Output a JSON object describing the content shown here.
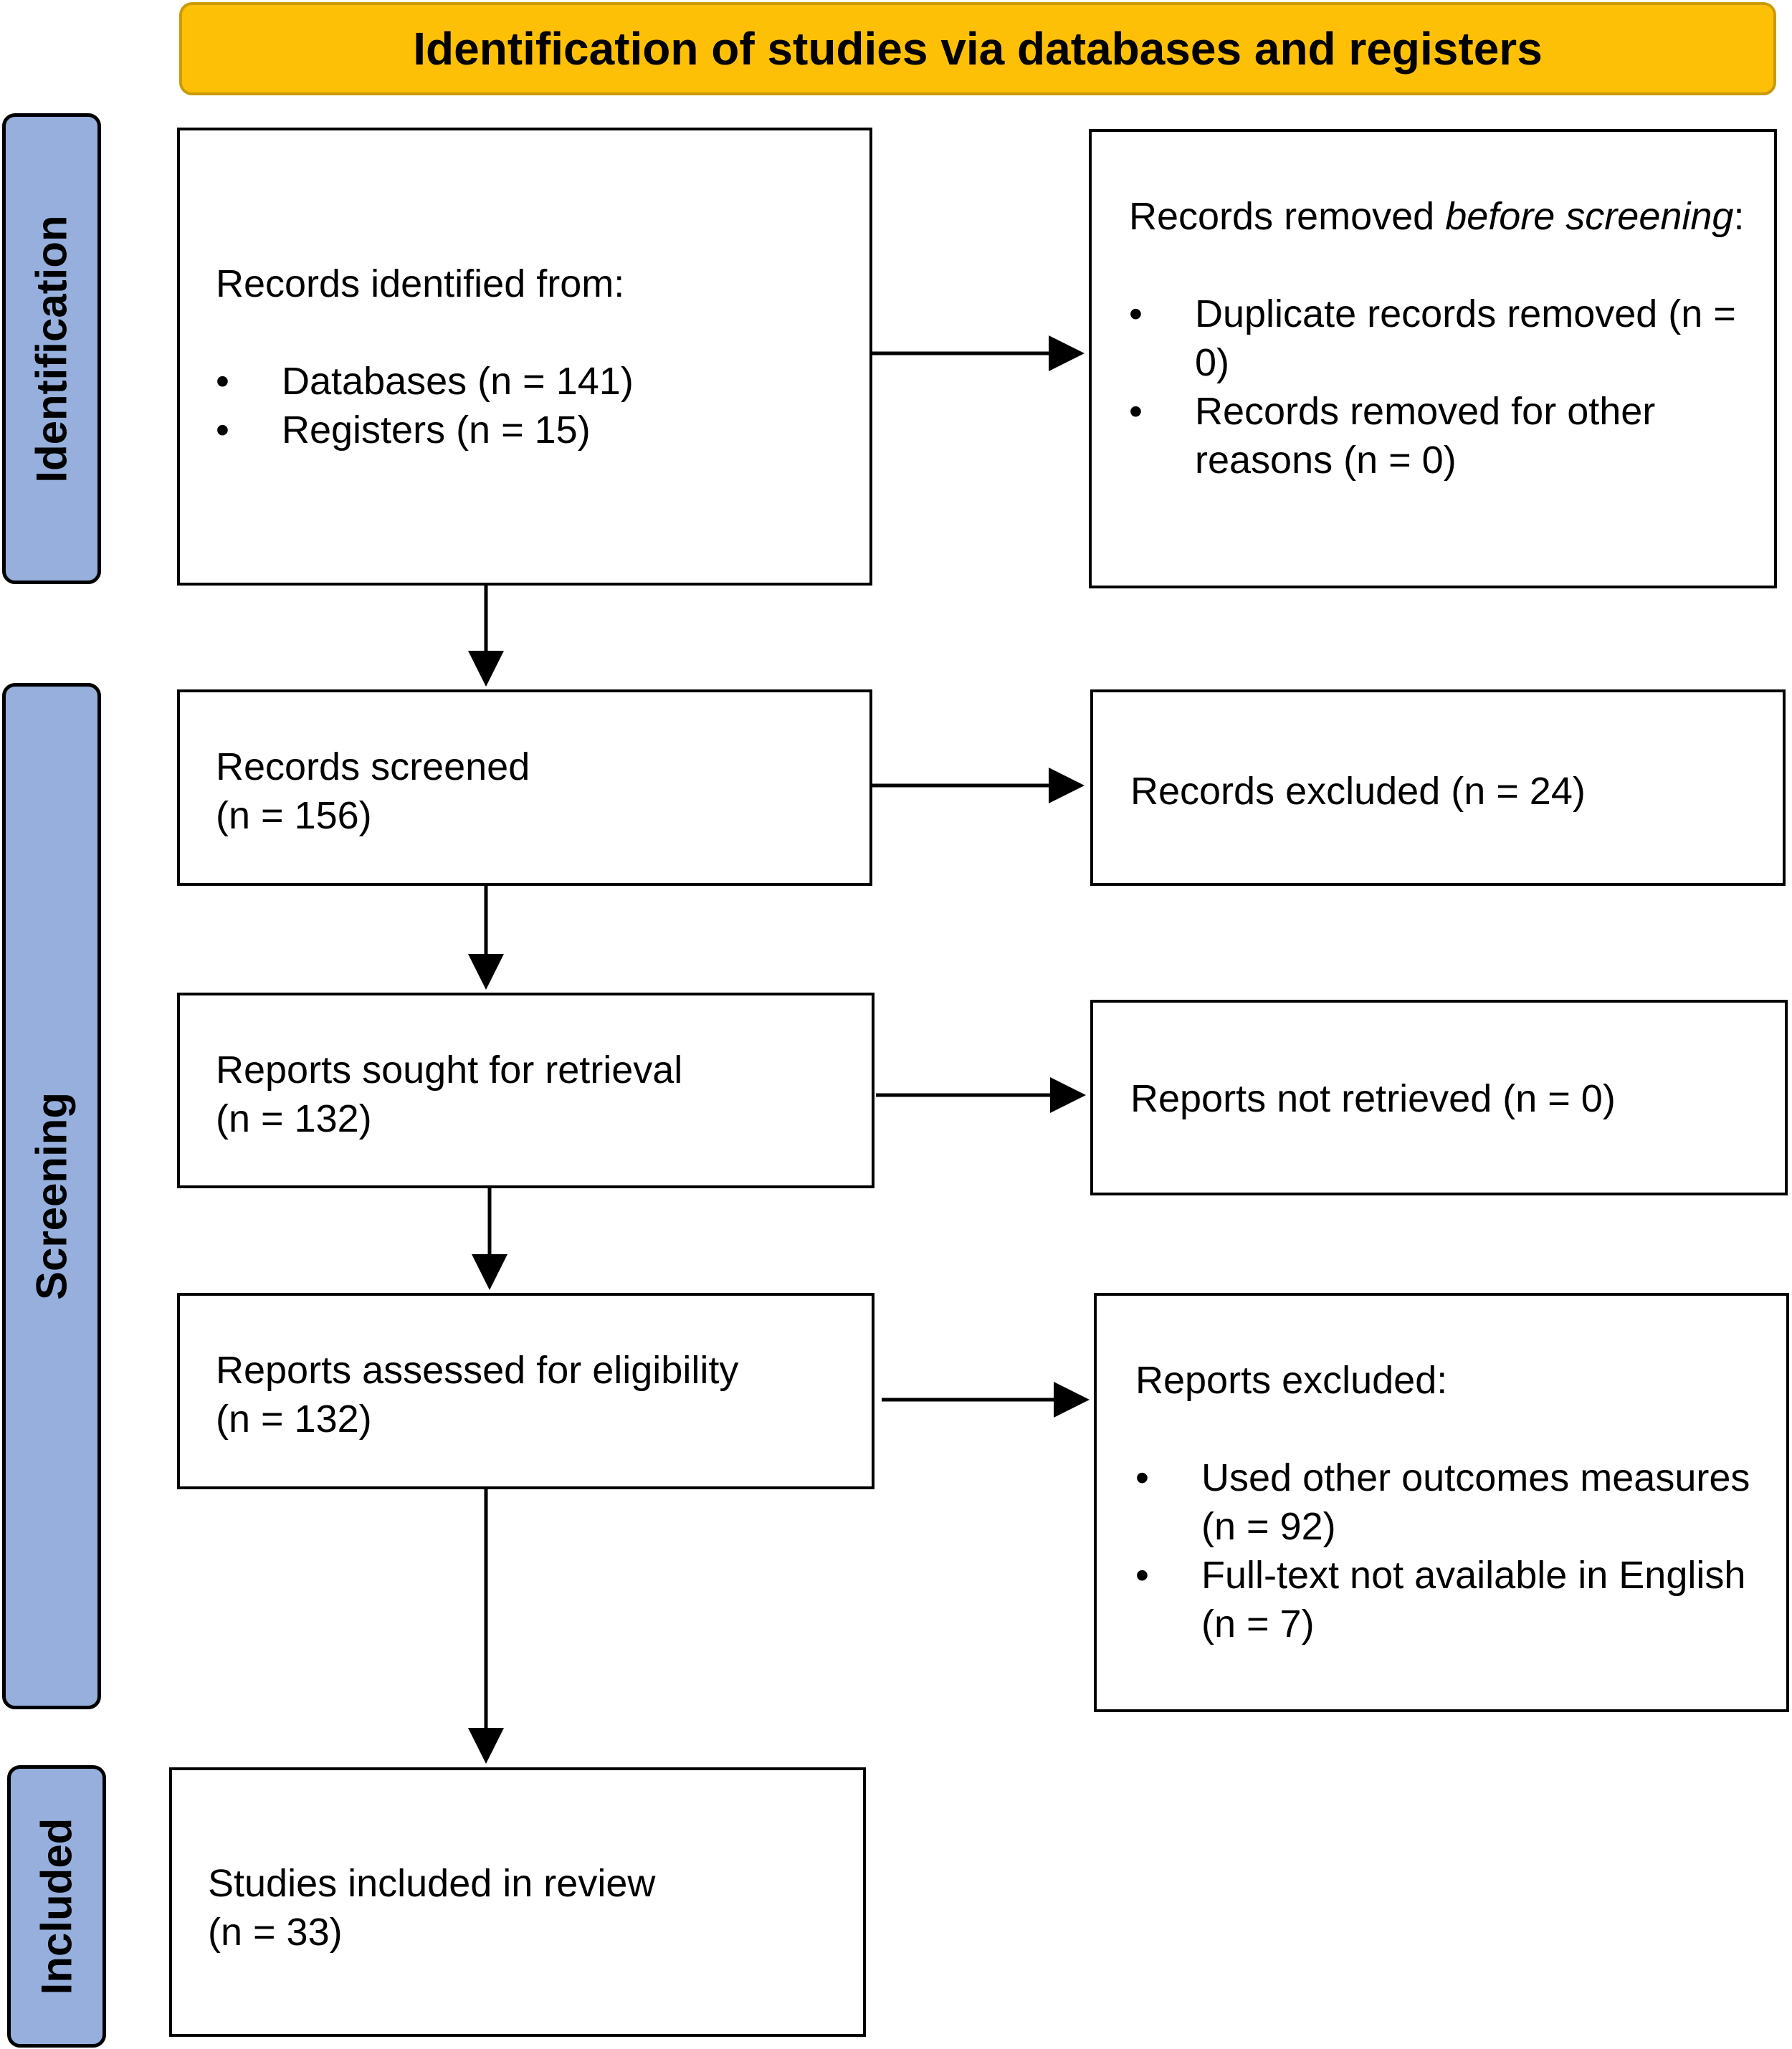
{
  "header": {
    "title": "Identification of studies via databases and registers"
  },
  "phases": {
    "identification": "Identification",
    "screening": "Screening",
    "included": "Included"
  },
  "records_identified": {
    "intro": "Records identified from:",
    "items": [
      "Databases (n = 141)",
      "Registers (n = 15)"
    ]
  },
  "records_removed": {
    "intro_prefix": "Records removed ",
    "intro_emphasis": "before screening",
    "intro_suffix": ":",
    "items": [
      "Duplicate records removed (n = 0)",
      "Records removed for other reasons (n = 0)"
    ]
  },
  "records_screened": {
    "line1": "Records screened",
    "line2": "(n = 156)"
  },
  "records_excluded": {
    "text": "Records excluded (n = 24)"
  },
  "reports_sought": {
    "line1": "Reports sought for retrieval",
    "line2": "(n = 132)"
  },
  "reports_not_retrieved": {
    "text": "Reports not retrieved (n = 0)"
  },
  "reports_assessed": {
    "line1": "Reports assessed for eligibility",
    "line2": "(n = 132)"
  },
  "reports_excluded": {
    "intro": "Reports excluded:",
    "items": [
      "Used other outcomes measures (n = 92)",
      "Full-text not available in English (n = 7)"
    ]
  },
  "studies_included": {
    "line1": "Studies included in review",
    "line2": "(n = 33)"
  },
  "colors": {
    "header_fill": "#fdc007",
    "phase_fill": "#96afdc"
  }
}
